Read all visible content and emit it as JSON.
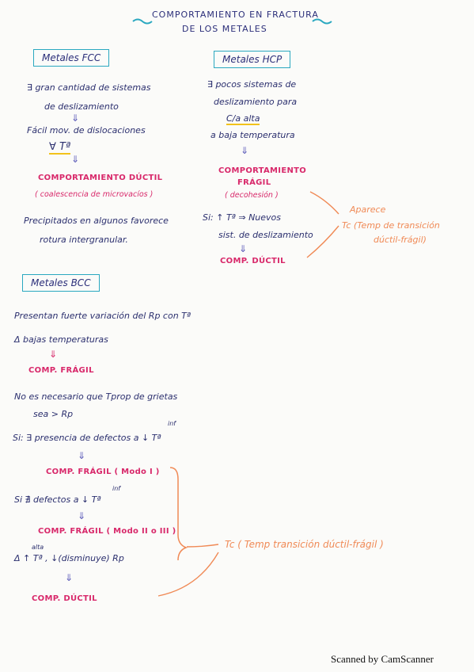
{
  "title": {
    "line1": "COMPORTAMIENTO EN FRACTURA",
    "line2": "DE LOS METALES"
  },
  "fcc": {
    "header": "Metales FCC",
    "b1_l1": "∃ gran cantidad de sistemas",
    "b1_l2": "de deslizamiento",
    "b2": "Fácil mov. de dislocaciones",
    "b2_temp": "∀ Tª",
    "result": "COMPORTAMIENTO DÚCTIL",
    "result_sub": "( coalescencia de microvacíos )",
    "b3_l1": "Precipitados en algunos favorece",
    "b3_l2": "rotura intergranular."
  },
  "hcp": {
    "header": "Metales HCP",
    "b1_l1": "∃ pocos sistemas de",
    "b1_l2": "deslizamiento para",
    "b1_l3": "C/a alta",
    "b1_l4": "a baja temperatura",
    "result_l1": "COMPORTAMIENTO",
    "result_l2": "FRÁGIL",
    "result_sub": "( decohesión )",
    "b2_l1": "Si: ↑ Tª ⇒ Nuevos",
    "b2_l2": "sist. de deslizamiento",
    "result2": "COMP. DÚCTIL",
    "note_l1": "Aparece",
    "note_l2": "Tc (Temp de transición",
    "note_l3": "dúctil-frágil)"
  },
  "bcc": {
    "header": "Metales BCC",
    "b1": "Presentan fuerte variación del Rp con Tª",
    "b2": "Δ bajas temperaturas",
    "r1": "COMP. FRÁGIL",
    "b3_l1": "No es necesario que Tprop de grietas",
    "b3_l2": "sea > Rp",
    "b4": "Si: ∃ presencia de defectos a ↓ Tª",
    "b4_sup": "inf",
    "r2": "COMP. FRÁGIL ( Modo I )",
    "b5": "Si ∄ defectos a ↓ Tª",
    "b5_sup": "inf",
    "r3": "COMP. FRÁGIL ( Modo II o III )",
    "b6": "Δ ↑ Tª , ↓(disminuye) Rp",
    "b6_sup": "alta",
    "r4": "COMP. DÚCTIL",
    "note": "Tc ( Temp transición dúctil-frágil )"
  },
  "footer": "Scanned by CamScanner"
}
